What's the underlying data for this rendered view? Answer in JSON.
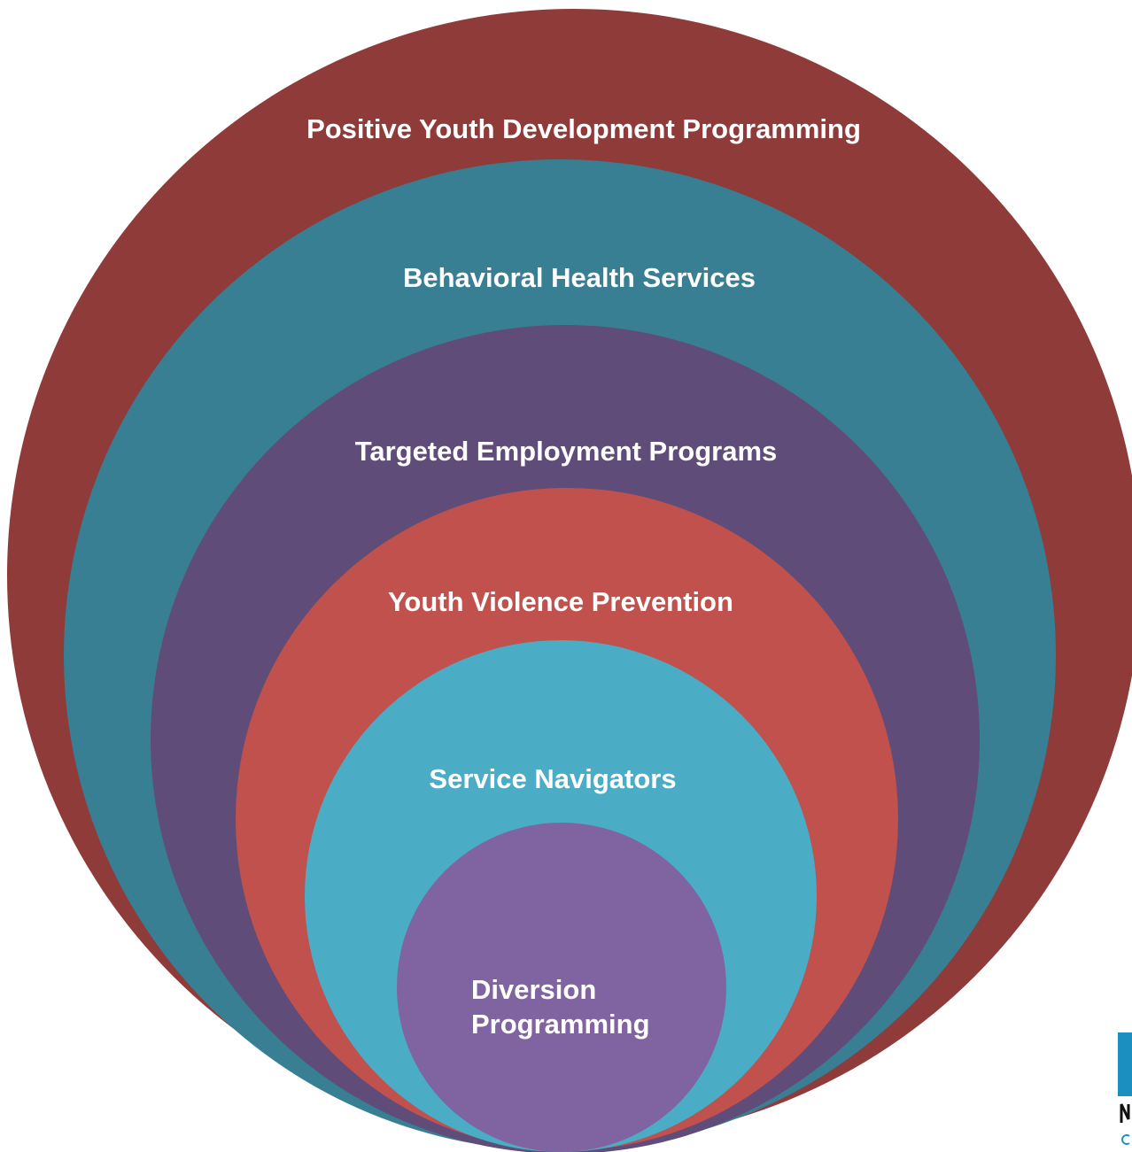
{
  "diagram": {
    "rings": [
      {
        "id": "ring-1",
        "label": "Positive Youth Development Programming",
        "color": "#8e3b39"
      },
      {
        "id": "ring-2",
        "label": "Behavioral Health Services",
        "color": "#387f94"
      },
      {
        "id": "ring-3",
        "label": "Targeted Employment Programs",
        "color": "#604c79"
      },
      {
        "id": "ring-4",
        "label": "Youth Violence Prevention",
        "color": "#c0514d"
      },
      {
        "id": "ring-5",
        "label": "Service Navigators",
        "color": "#4aacc5"
      },
      {
        "id": "ring-6",
        "label_line1": "Diversion",
        "label_line2": "Programming",
        "color": "#8064a1"
      }
    ]
  },
  "logo": {
    "block_color": "#1b8fbf"
  }
}
